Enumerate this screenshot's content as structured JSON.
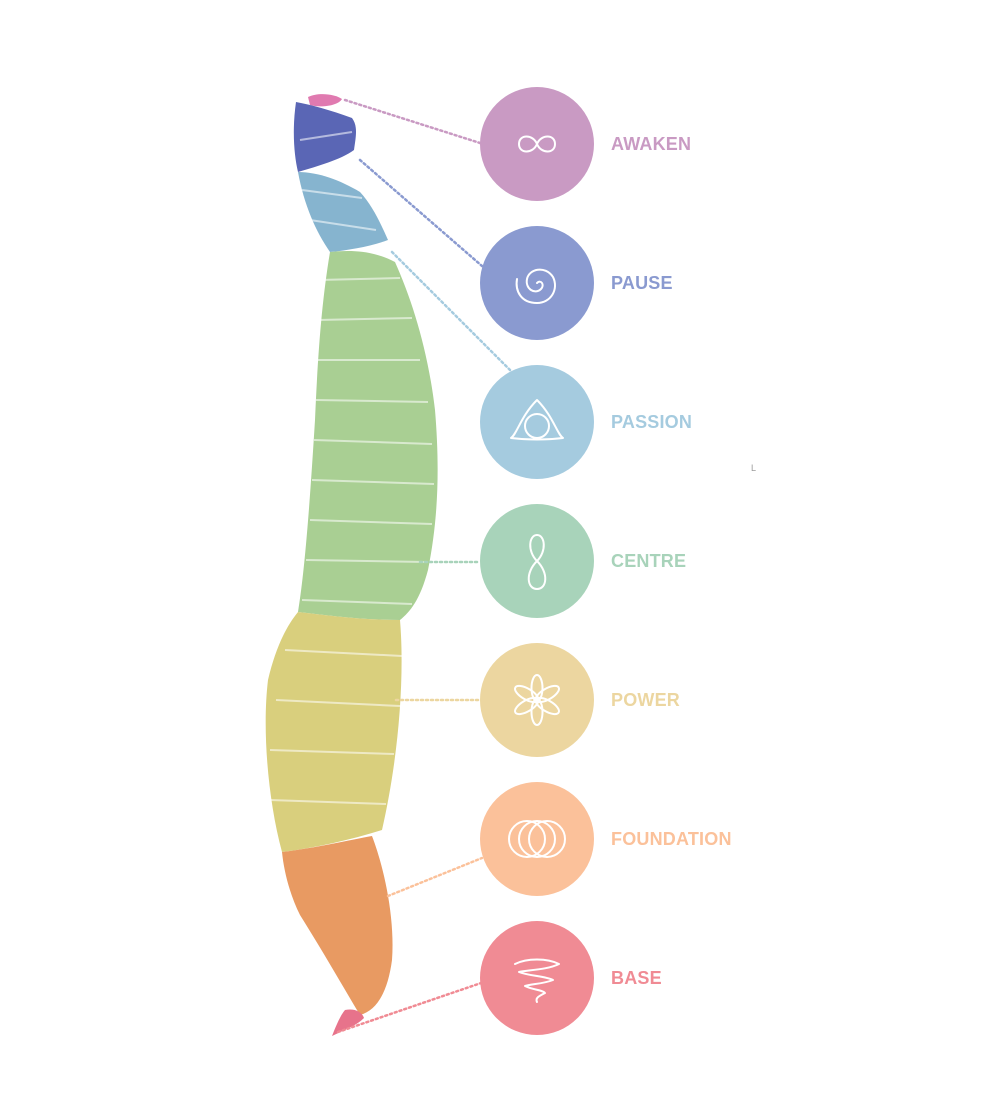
{
  "diagram": {
    "stages": [
      {
        "label": "AWAKEN",
        "color": "#c99ac3",
        "icon": "infinity-icon",
        "spine_color": "#e07ab0"
      },
      {
        "label": "PAUSE",
        "color": "#8a9ad0",
        "icon": "spiral-icon",
        "spine_color": "#5a66b5"
      },
      {
        "label": "PASSION",
        "color": "#a5cbdf",
        "icon": "triquetra-icon",
        "spine_color": "#86b4cf"
      },
      {
        "label": "CENTRE",
        "color": "#a8d3ba",
        "icon": "figure-eight-icon",
        "spine_color": "#a9cf93"
      },
      {
        "label": "POWER",
        "color": "#ecd6a0",
        "icon": "flower-icon",
        "spine_color": "#d9cf7d"
      },
      {
        "label": "FOUNDATION",
        "color": "#fbc19a",
        "icon": "rings-icon",
        "spine_color": "#e89a62"
      },
      {
        "label": "BASE",
        "color": "#f08b94",
        "icon": "vortex-icon",
        "spine_color": "#e7738b"
      }
    ]
  }
}
